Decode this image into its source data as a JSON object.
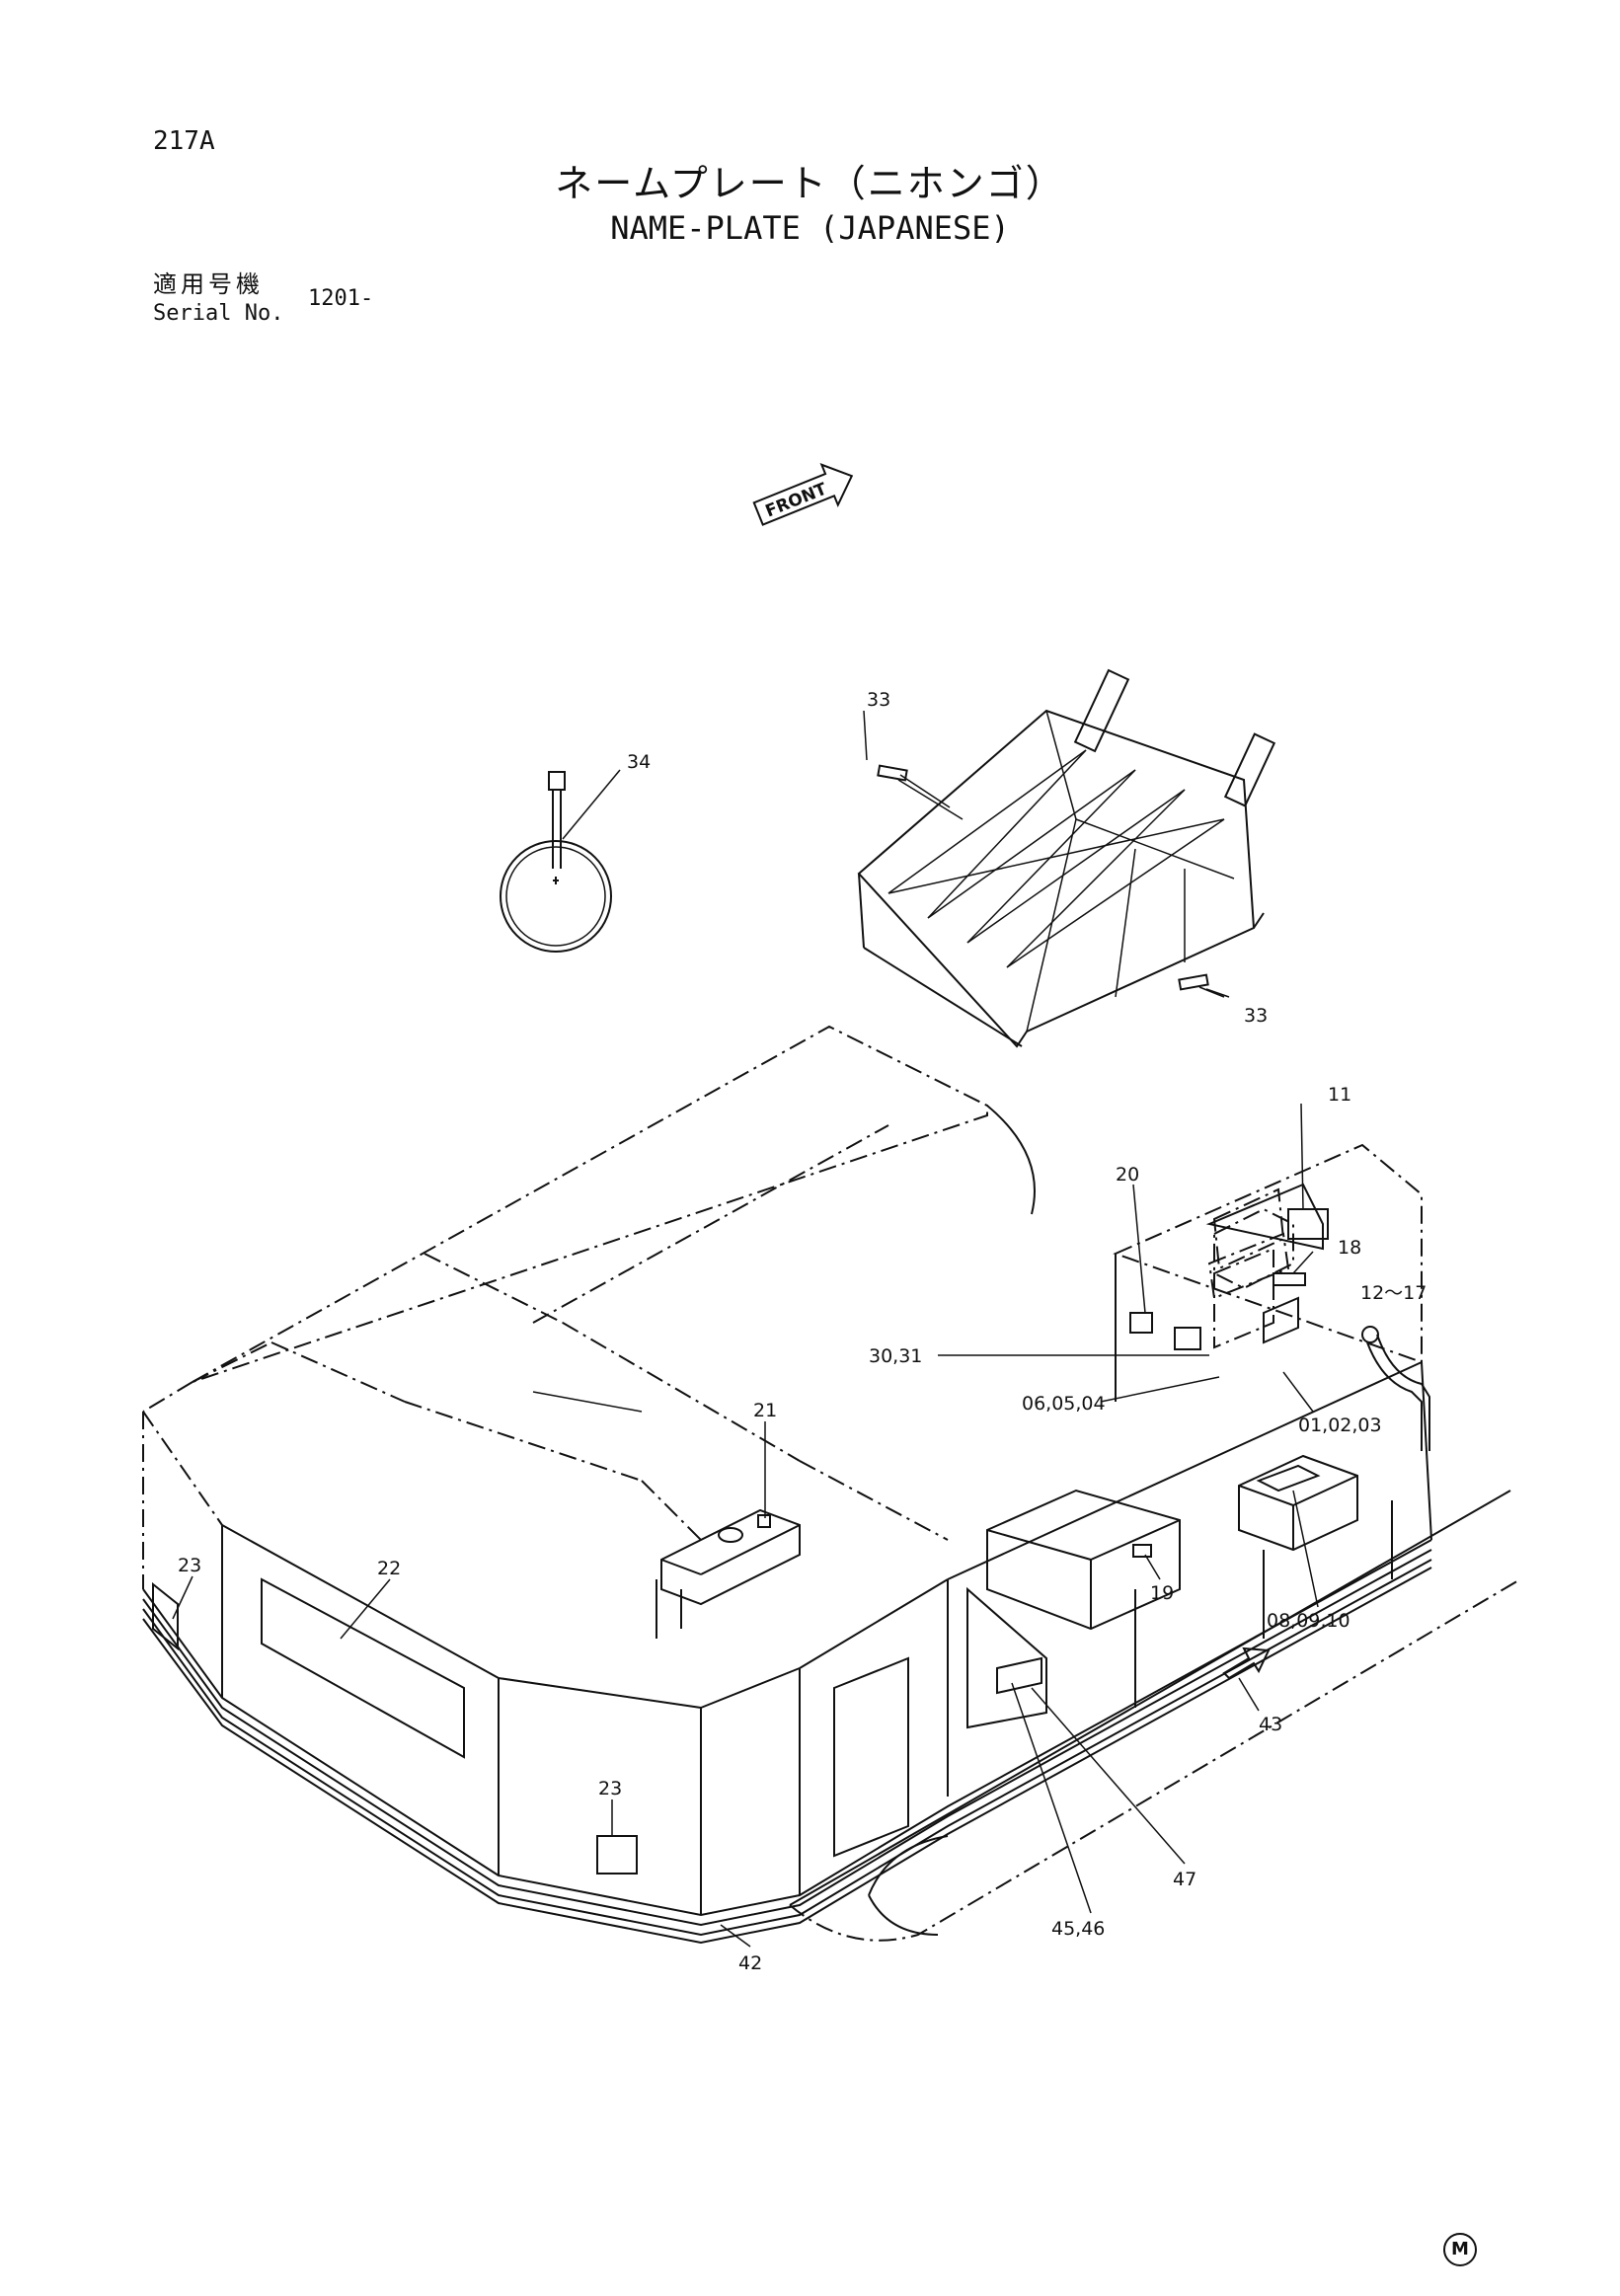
{
  "header": {
    "page_number": "217A",
    "title_jp": "ネームプレート（ニホンゴ）",
    "title_en": "NAME-PLATE (JAPANESE)",
    "serial_label_jp": "適用号機",
    "serial_label_en": "Serial No.",
    "serial_value": "1201-"
  },
  "orientation": {
    "label": "FRONT",
    "icon": "arrow-icon"
  },
  "callouts": [
    {
      "id": "c33a",
      "text": "33"
    },
    {
      "id": "c33b",
      "text": "33"
    },
    {
      "id": "c34",
      "text": "34"
    },
    {
      "id": "c11",
      "text": "11"
    },
    {
      "id": "c20",
      "text": "20"
    },
    {
      "id": "c18",
      "text": "18"
    },
    {
      "id": "c12-17",
      "text": "12～17"
    },
    {
      "id": "c30-31",
      "text": "30,31"
    },
    {
      "id": "c06-05-04",
      "text": "06,05,04"
    },
    {
      "id": "c01-02-03",
      "text": "01,02,03"
    },
    {
      "id": "c21",
      "text": "21"
    },
    {
      "id": "c23a",
      "text": "23"
    },
    {
      "id": "c22",
      "text": "22"
    },
    {
      "id": "c19",
      "text": "19"
    },
    {
      "id": "c08-09-10",
      "text": "08,09,10"
    },
    {
      "id": "c43",
      "text": "43"
    },
    {
      "id": "c23b",
      "text": "23"
    },
    {
      "id": "c47",
      "text": "47"
    },
    {
      "id": "c45-46",
      "text": "45,46"
    },
    {
      "id": "c42",
      "text": "42"
    }
  ],
  "footer": {
    "mark": "M"
  }
}
